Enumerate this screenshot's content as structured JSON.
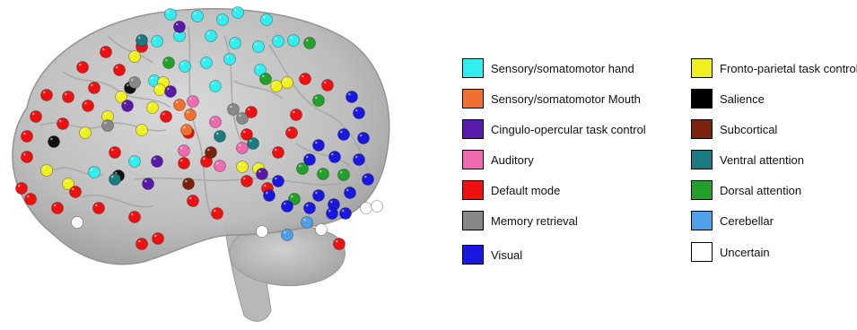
{
  "legend": {
    "left_column": [
      {
        "label": "Sensory/somatomotor hand",
        "color": "#33eef0"
      },
      {
        "label": "Sensory/somatomotor Mouth",
        "color": "#f07030"
      },
      {
        "label": "Cingulo-opercular task control",
        "color": "#5a1aa8"
      },
      {
        "label": "Auditory",
        "color": "#f06ab0"
      },
      {
        "label": "Default mode",
        "color": "#ee1111"
      },
      {
        "label": "Memory retrieval",
        "color": "#888888"
      },
      {
        "label": "Visual",
        "color": "#1818e0"
      }
    ],
    "right_column": [
      {
        "label": "Fronto-parietal task control",
        "color": "#f0f020"
      },
      {
        "label": "Salience",
        "color": "#000000"
      },
      {
        "label": "Subcortical",
        "color": "#7a2410"
      },
      {
        "label": "Ventral attention",
        "color": "#1a7a80"
      },
      {
        "label": "Dorsal attention",
        "color": "#22a02a"
      },
      {
        "label": "Cerebellar",
        "color": "#4fa0e8"
      },
      {
        "label": "Uncertain",
        "color": "#ffffff"
      }
    ]
  }
}
